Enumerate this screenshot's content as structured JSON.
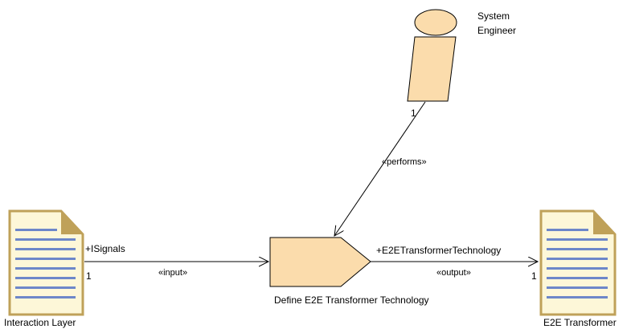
{
  "diagram": {
    "role": {
      "name_line1": "System",
      "name_line2": "Engineer",
      "multiplicity": "1"
    },
    "task": {
      "name": "Define E2E Transformer Technology"
    },
    "input_product": {
      "name": "Interaction Layer",
      "role_label": "+ISignals",
      "multiplicity": "1"
    },
    "output_product": {
      "name": "E2E Transformer",
      "role_label": "+E2ETransformerTechnology",
      "multiplicity": "1"
    },
    "relations": {
      "performs": "«performs»",
      "input": "«input»",
      "output": "«output»"
    },
    "colors": {
      "element_fill": "#fbdcac",
      "document_fill": "#fdf7d8",
      "document_border": "#bfa159",
      "document_lines": "#6d87c9",
      "line": "#000000"
    }
  }
}
